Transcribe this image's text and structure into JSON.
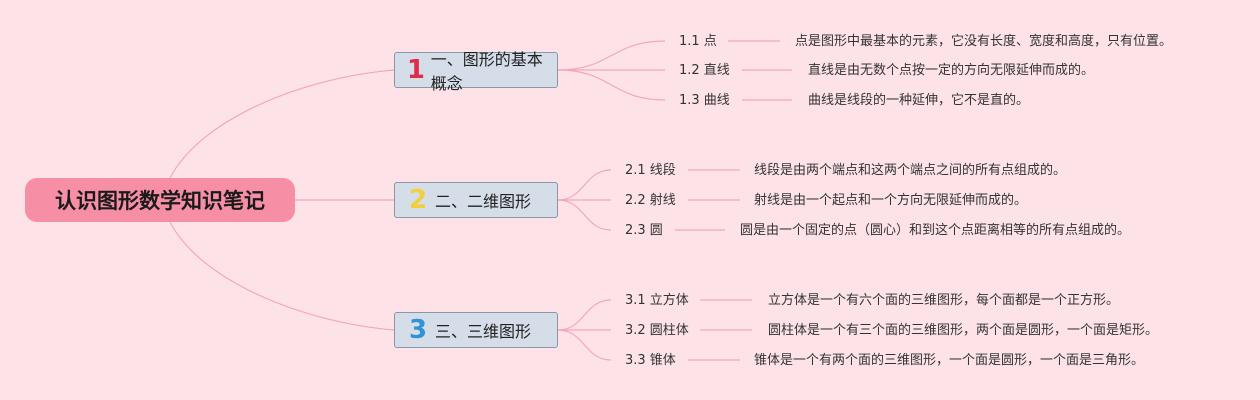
{
  "root": {
    "title": "认识图形数学知识笔记"
  },
  "colors": {
    "background": "#fde3e8",
    "root_fill": "#f68fa5",
    "branch_fill": "#d5dde8",
    "connector": "#f2a7b8",
    "num1": "#e02b4a",
    "num2": "#f2d03b",
    "num3": "#2f93d6"
  },
  "branches": [
    {
      "number": "1",
      "title": "一、图形的基本概念",
      "items": [
        {
          "label": "1.1 点",
          "desc": "点是图形中最基本的元素，它没有长度、宽度和高度，只有位置。"
        },
        {
          "label": "1.2 直线",
          "desc": "直线是由无数个点按一定的方向无限延伸而成的。"
        },
        {
          "label": "1.3 曲线",
          "desc": "曲线是线段的一种延伸，它不是直的。"
        }
      ]
    },
    {
      "number": "2",
      "title": "二、二维图形",
      "items": [
        {
          "label": "2.1 线段",
          "desc": "线段是由两个端点和这两个端点之间的所有点组成的。"
        },
        {
          "label": "2.2 射线",
          "desc": "射线是由一个起点和一个方向无限延伸而成的。"
        },
        {
          "label": "2.3 圆",
          "desc": "圆是由一个固定的点（圆心）和到这个点距离相等的所有点组成的。"
        }
      ]
    },
    {
      "number": "3",
      "title": "三、三维图形",
      "items": [
        {
          "label": "3.1 立方体",
          "desc": "立方体是一个有六个面的三维图形，每个面都是一个正方形。"
        },
        {
          "label": "3.2 圆柱体",
          "desc": "圆柱体是一个有三个面的三维图形，两个面是圆形，一个面是矩形。"
        },
        {
          "label": "3.3 锥体",
          "desc": "锥体是一个有两个面的三维图形，一个面是圆形，一个面是三角形。"
        }
      ]
    }
  ]
}
